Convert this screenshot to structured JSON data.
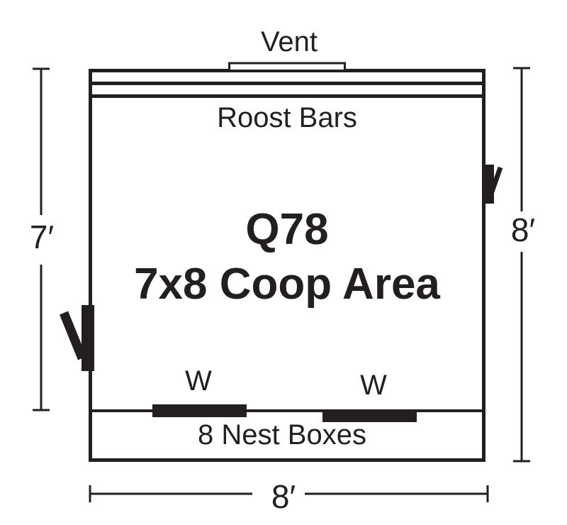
{
  "diagram": {
    "kind": "coop-floor-plan",
    "title": "Q78",
    "subtitle": "7x8 Coop Area",
    "vent_label": "Vent",
    "roost_label": "Roost Bars",
    "nest_label": "8 Nest Boxes",
    "window_label_1": "W",
    "window_label_2": "W",
    "dimensions": {
      "left": "7′",
      "right": "8′",
      "bottom": "8′"
    },
    "colors": {
      "ink": "#231f20",
      "background": "#ffffff"
    }
  }
}
